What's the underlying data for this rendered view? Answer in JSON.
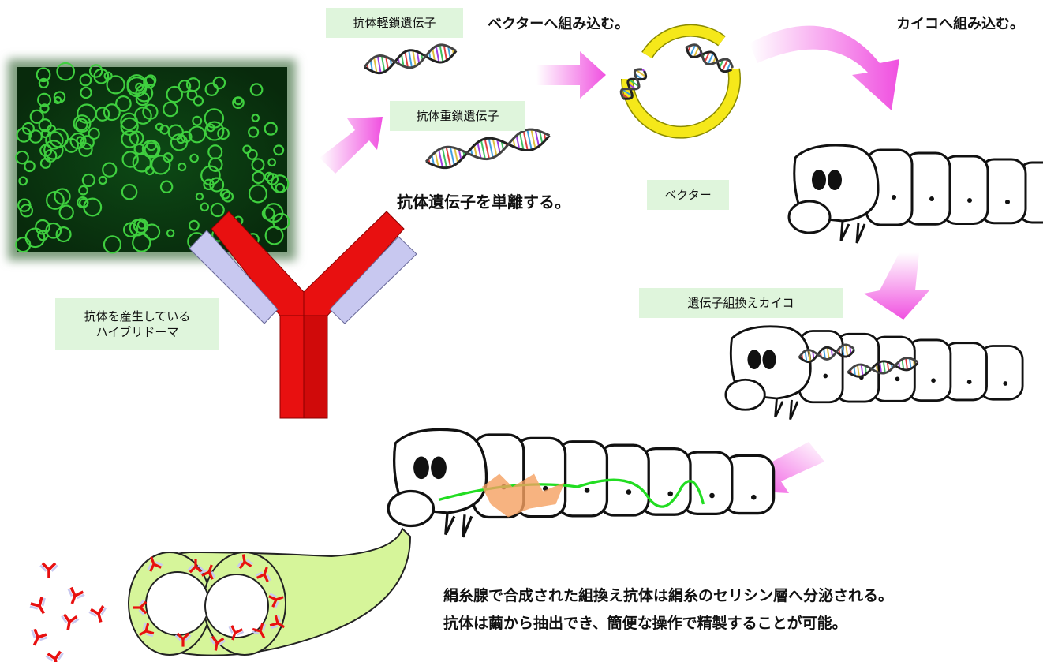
{
  "labels": {
    "light_chain_gene": "抗体軽鎖遺伝子",
    "heavy_chain_gene": "抗体重鎖遺伝子",
    "vector": "ベクター",
    "transgenic_silkworm": "遺伝子組換えカイコ",
    "hybridoma_line1": "抗体を産生している",
    "hybridoma_line2": "ハイブリドーマ"
  },
  "steps": {
    "insert_vector": "ベクターへ組み込む。",
    "insert_silkworm": "カイコへ組み込む。",
    "isolate_genes": "抗体遺伝子を単離する。"
  },
  "caption": {
    "line1": "絹糸腺で合成された組換え抗体は絹糸のセリシン層へ分泌される。",
    "line2": "抗体は繭から抽出でき、簡便な操作で精製することが可能。"
  },
  "colors": {
    "label_bg": "#dff5dc",
    "arrow": "#f060e0",
    "antibody_heavy": "#e81010",
    "antibody_light": "#c8c8f0",
    "vector_ring": "#f5e81a",
    "cell_bg": "#0a3a10",
    "silk_gland": "#d6f59a"
  }
}
